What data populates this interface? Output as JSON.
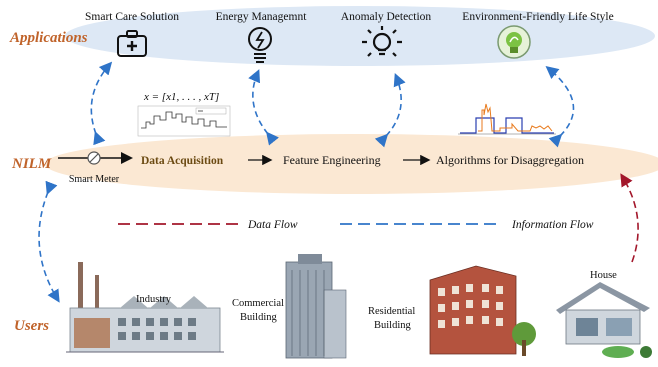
{
  "layers": {
    "applications": "Applications",
    "nilm": "NILM",
    "users": "Users"
  },
  "applications": [
    {
      "label": "Smart Care Solution",
      "icon": "medical-kit-icon"
    },
    {
      "label": "Energy Managemnt",
      "icon": "lightbulb-energy-icon"
    },
    {
      "label": "Anomaly Detection",
      "icon": "alert-lightbulb-icon"
    },
    {
      "label": "Environment-Friendly Life Style",
      "icon": "eco-bulb-icon"
    }
  ],
  "pipeline": {
    "smart_meter": "Smart Meter",
    "data_acquisition": "Data Acquisition",
    "feature_engineering": "Feature Engineering",
    "algorithms": "Algorithms for Disaggregation",
    "formula": "x = [x1, . . . , xT]"
  },
  "legend": {
    "data_flow": "Data Flow",
    "information_flow": "Information Flow"
  },
  "buildings": {
    "industry": "Industry",
    "commercial_line1": "Commercial",
    "commercial_line2": "Building",
    "residential_line1": "Residential",
    "residential_line2": "Building",
    "house": "House"
  },
  "colors": {
    "applications_band": "#dde8f5",
    "nilm_band": "#fbe8d3",
    "data_flow": "#a3172b",
    "information_flow": "#2f74c8",
    "layer_label": "#c0632a"
  }
}
